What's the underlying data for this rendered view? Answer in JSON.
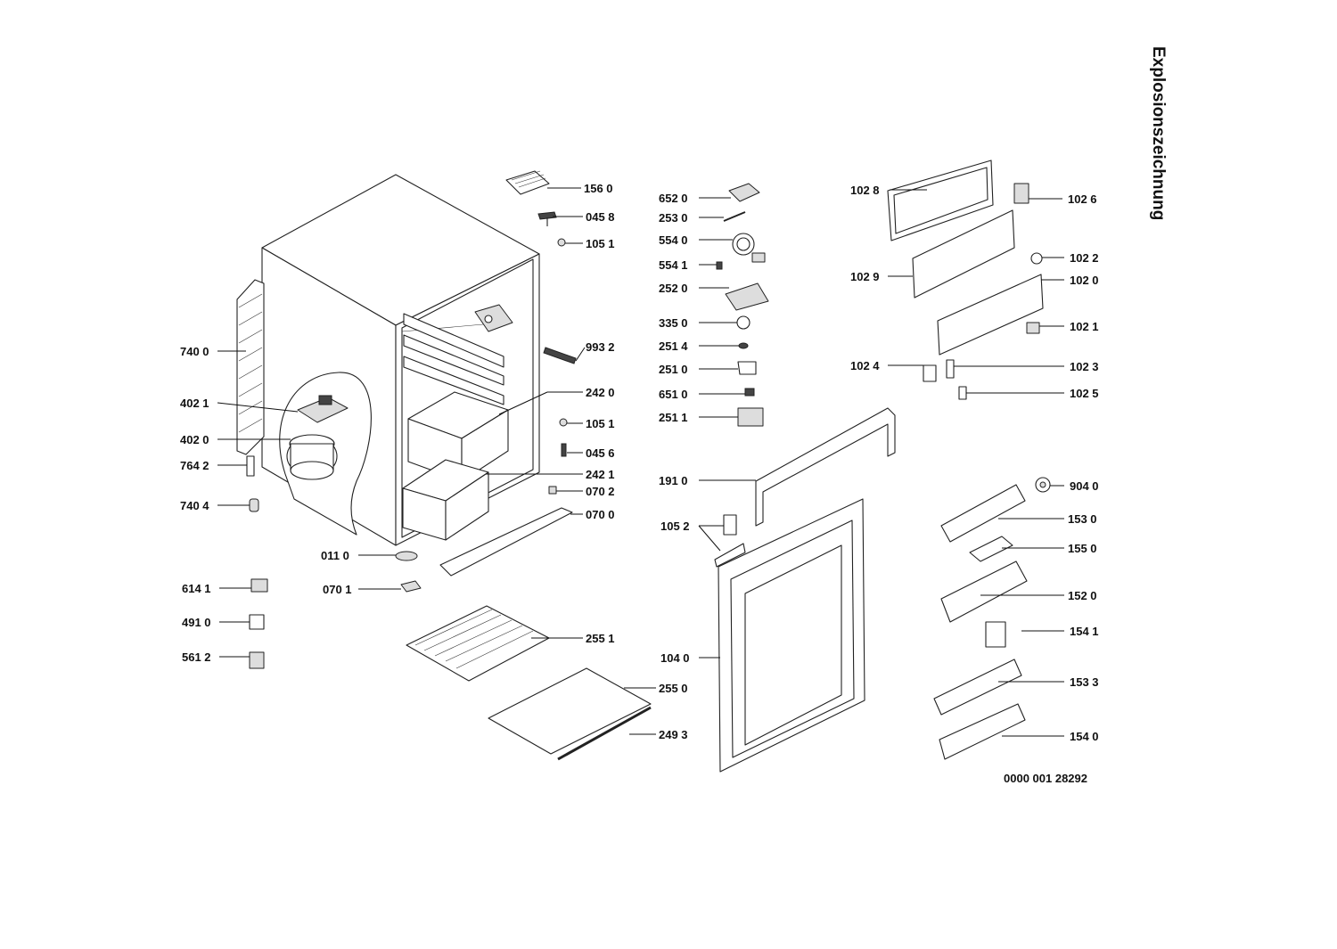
{
  "header": {
    "title": "Explosionszeichnung"
  },
  "footer": {
    "drawing_number": "0000 001 28292"
  },
  "parts": [
    {
      "id": "p1560",
      "label": "156 0"
    },
    {
      "id": "p0458",
      "label": "045 8"
    },
    {
      "id": "p1051a",
      "label": "105 1"
    },
    {
      "id": "p9932",
      "label": "993 2"
    },
    {
      "id": "p2420",
      "label": "242 0"
    },
    {
      "id": "p1051b",
      "label": "105 1"
    },
    {
      "id": "p0456",
      "label": "045 6"
    },
    {
      "id": "p2421",
      "label": "242 1"
    },
    {
      "id": "p0702",
      "label": "070 2"
    },
    {
      "id": "p0700",
      "label": "070 0"
    },
    {
      "id": "p7400",
      "label": "740 0"
    },
    {
      "id": "p4021",
      "label": "402 1"
    },
    {
      "id": "p4020",
      "label": "402 0"
    },
    {
      "id": "p7642",
      "label": "764 2"
    },
    {
      "id": "p7404",
      "label": "740 4"
    },
    {
      "id": "p0110",
      "label": "011 0"
    },
    {
      "id": "p6141",
      "label": "614 1"
    },
    {
      "id": "p0701",
      "label": "070 1"
    },
    {
      "id": "p4910",
      "label": "491 0"
    },
    {
      "id": "p5612",
      "label": "561 2"
    },
    {
      "id": "p2551",
      "label": "255 1"
    },
    {
      "id": "p2550",
      "label": "255 0"
    },
    {
      "id": "p2493",
      "label": "249 3"
    },
    {
      "id": "p6520",
      "label": "652 0"
    },
    {
      "id": "p2530",
      "label": "253 0"
    },
    {
      "id": "p5540",
      "label": "554 0"
    },
    {
      "id": "p5541",
      "label": "554 1"
    },
    {
      "id": "p2520",
      "label": "252 0"
    },
    {
      "id": "p3350",
      "label": "335 0"
    },
    {
      "id": "p2514",
      "label": "251 4"
    },
    {
      "id": "p2510",
      "label": "251 0"
    },
    {
      "id": "p6510",
      "label": "651 0"
    },
    {
      "id": "p2511",
      "label": "251 1"
    },
    {
      "id": "p1910",
      "label": "191 0"
    },
    {
      "id": "p1052",
      "label": "105 2"
    },
    {
      "id": "p1040",
      "label": "104 0"
    },
    {
      "id": "p1028",
      "label": "102 8"
    },
    {
      "id": "p1026",
      "label": "102 6"
    },
    {
      "id": "p1022",
      "label": "102 2"
    },
    {
      "id": "p1029",
      "label": "102 9"
    },
    {
      "id": "p1020",
      "label": "102 0"
    },
    {
      "id": "p1021",
      "label": "102 1"
    },
    {
      "id": "p1024",
      "label": "102 4"
    },
    {
      "id": "p1023",
      "label": "102 3"
    },
    {
      "id": "p1025",
      "label": "102 5"
    },
    {
      "id": "p9040",
      "label": "904 0"
    },
    {
      "id": "p1530",
      "label": "153 0"
    },
    {
      "id": "p1550",
      "label": "155 0"
    },
    {
      "id": "p1520",
      "label": "152 0"
    },
    {
      "id": "p1541",
      "label": "154 1"
    },
    {
      "id": "p1533",
      "label": "153 3"
    },
    {
      "id": "p1540",
      "label": "154 0"
    }
  ]
}
